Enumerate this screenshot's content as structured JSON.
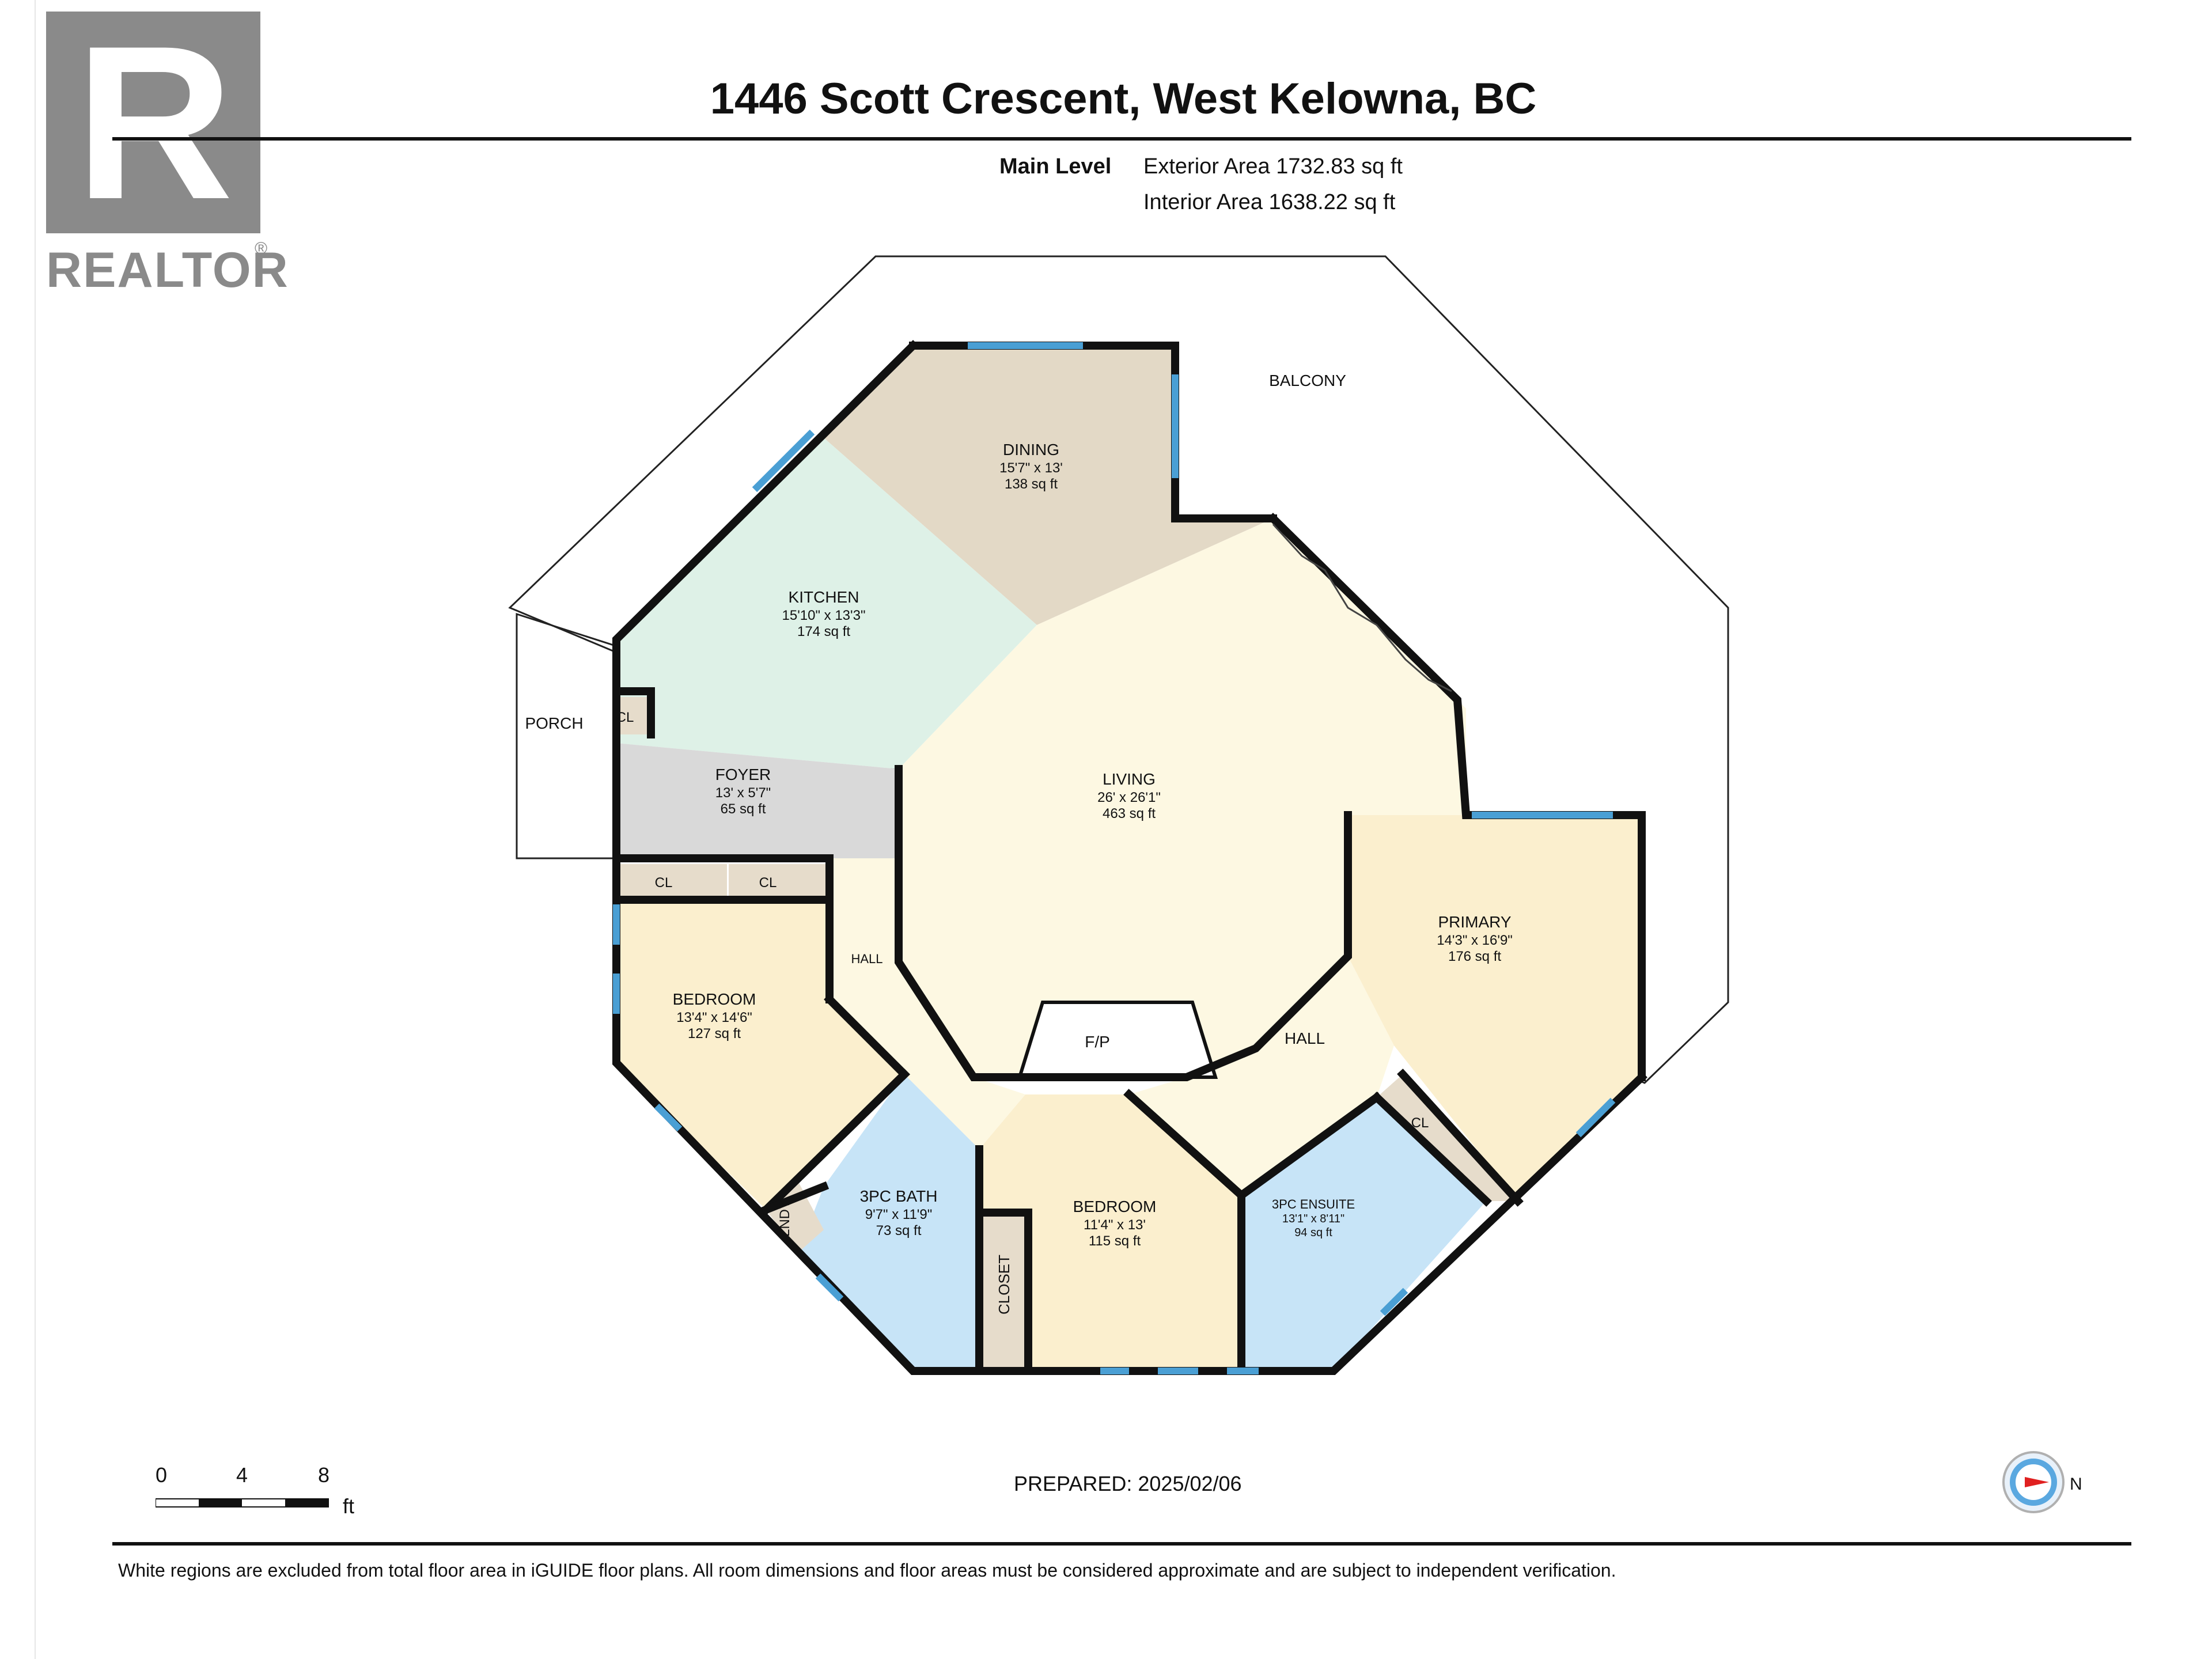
{
  "logo": {
    "wordmark": "REALTOR",
    "symbol": "®",
    "letter": "R"
  },
  "title": "1446 Scott Crescent, West Kelowna, BC",
  "level": {
    "name": "Main Level",
    "exterior_area": "Exterior Area 1732.83 sq ft",
    "interior_area": "Interior Area 1638.22 sq ft"
  },
  "rooms": {
    "dining": {
      "name": "DINING",
      "dims": "15'7\" x 13'",
      "area": "138 sq ft",
      "color": "#e3d9c6"
    },
    "kitchen": {
      "name": "KITCHEN",
      "dims": "15'10\" x 13'3\"",
      "area": "174 sq ft",
      "color": "#def1e7"
    },
    "foyer": {
      "name": "FOYER",
      "dims": "13' x 5'7\"",
      "area": "65 sq ft",
      "color": "#d9d9d9"
    },
    "living": {
      "name": "LIVING",
      "dims": "26' x 26'1\"",
      "area": "463 sq ft",
      "color": "#fdf8e2"
    },
    "primary": {
      "name": "PRIMARY",
      "dims": "14'3\" x 16'9\"",
      "area": "176 sq ft",
      "color": "#fbefce"
    },
    "bedroom1": {
      "name": "BEDROOM",
      "dims": "13'4\" x 14'6\"",
      "area": "127 sq ft",
      "color": "#fbefce"
    },
    "bath": {
      "name": "3PC BATH",
      "dims": "9'7\" x 11'9\"",
      "area": "73 sq ft",
      "color": "#c7e4f7"
    },
    "bedroom2": {
      "name": "BEDROOM",
      "dims": "11'4\" x 13'",
      "area": "115 sq ft",
      "color": "#fbefce"
    },
    "ensuite": {
      "name": "3PC ENSUITE",
      "dims": "13'1\" x 8'11\"",
      "area": "94 sq ft",
      "color": "#c7e4f7"
    }
  },
  "labels": {
    "balcony": "BALCONY",
    "porch": "PORCH",
    "cl": "CL",
    "hall": "HALL",
    "fp": "F/P",
    "lndy": "LNDY",
    "closet": "CLOSET"
  },
  "colors": {
    "wall": "#111111",
    "window": "#4a9fd4",
    "closet": "#e6dccb",
    "hall": "#fdf8e2"
  },
  "scale": {
    "ticks": [
      "0",
      "4",
      "8"
    ],
    "unit": "ft"
  },
  "prepared": "PREPARED: 2025/02/06",
  "compass": {
    "label": "N",
    "arrow_color": "#e02020"
  },
  "disclaimer": "White regions are excluded from total floor area in iGUIDE floor plans. All room dimensions and floor areas must be considered approximate and are subject to independent verification."
}
